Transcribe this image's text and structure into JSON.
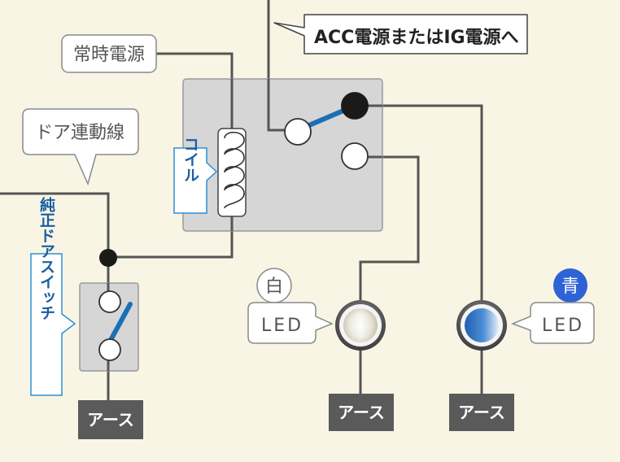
{
  "labels": {
    "acc_power": "ACC電源またはIG電源へ",
    "constant_power": "常時電源",
    "door_linked_wire": "ドア連動線",
    "coil": "コイル",
    "door_switch": "純正ドアスイッチ",
    "white_badge": "白",
    "blue_badge": "青",
    "led_white": "LED",
    "led_blue": "LED",
    "ground_1": "アース",
    "ground_2": "アース",
    "ground_3": "アース"
  },
  "colors": {
    "background": "#f8f5e4",
    "wire": "#555555",
    "relay_body": "#d6d6d6",
    "contact_blade": "#1a6fb5",
    "callout_blue": "#2a8fd8",
    "ground_box": "#5a5a5a",
    "blue_badge": "#2e63d6"
  },
  "icons": {
    "coil": "coil-icon",
    "led_white": "white-led-icon",
    "led_blue": "blue-led-icon",
    "junction": "junction-dot-icon"
  }
}
